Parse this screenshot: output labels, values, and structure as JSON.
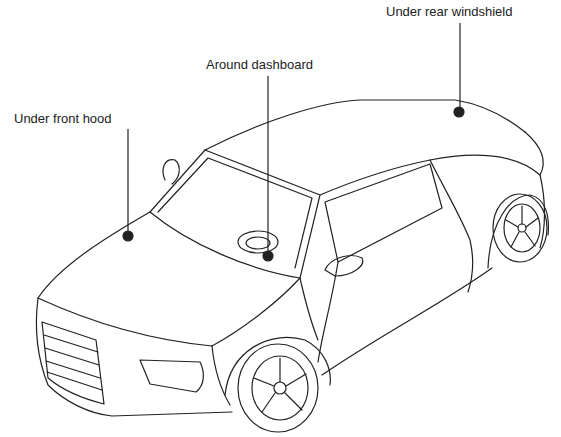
{
  "diagram": {
    "labels": [
      "Under front hood",
      "Around dashboard",
      "Under rear windshield"
    ]
  }
}
